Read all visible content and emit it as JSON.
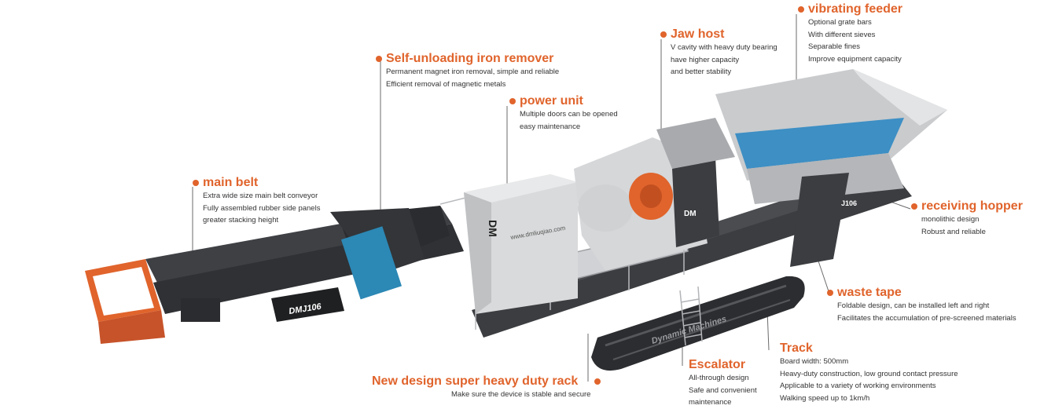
{
  "colors": {
    "accent": "#e0642c",
    "text": "#333333",
    "machine_dark": "#3b3d40",
    "machine_light": "#d9dadb",
    "rubber_orange": "#e0642c",
    "feeder_blue": "#3d8fc4"
  },
  "machine": {
    "main_plate": "DMJ106",
    "track_brand": "Dynamic Machines",
    "side_text": "J106",
    "logo_text": "DM",
    "website": "www.dmliuqiao.com"
  },
  "callouts": {
    "vibrating_feeder": {
      "title": "vibrating feeder",
      "lines": [
        "Optional grate bars",
        "With different sieves",
        "Separable fines",
        "Improve equipment capacity"
      ]
    },
    "jaw_host": {
      "title": "Jaw host",
      "lines": [
        "V cavity with heavy duty bearing",
        "have higher capacity",
        "and better stability"
      ]
    },
    "iron_remover": {
      "title": "Self-unloading iron remover",
      "lines": [
        "Permanent magnet iron removal, simple and reliable",
        "Efficient removal of magnetic metals"
      ]
    },
    "power_unit": {
      "title": "power unit",
      "lines": [
        "Multiple doors can be opened",
        "easy maintenance"
      ]
    },
    "main_belt": {
      "title": "main belt",
      "lines": [
        "Extra wide size main belt conveyor",
        "Fully assembled rubber side panels",
        "greater stacking height"
      ]
    },
    "receiving_hopper": {
      "title": "receiving hopper",
      "lines": [
        "monolithic design",
        "Robust and reliable"
      ]
    },
    "waste_tape": {
      "title": "waste tape",
      "lines": [
        "Foldable design, can be installed left and right",
        "Facilitates the accumulation of pre-screened materials"
      ]
    },
    "track": {
      "title": "Track",
      "lines": [
        "Board width: 500mm",
        "Heavy-duty construction, low ground contact pressure",
        "Applicable to a variety of working environments",
        "Walking speed up to 1km/h"
      ]
    },
    "escalator": {
      "title": "Escalator",
      "lines": [
        "All-through design",
        "Safe and convenient",
        "maintenance"
      ]
    },
    "rack": {
      "title": "New design super heavy duty rack",
      "lines": [
        "Make sure the device is stable and secure"
      ]
    }
  }
}
